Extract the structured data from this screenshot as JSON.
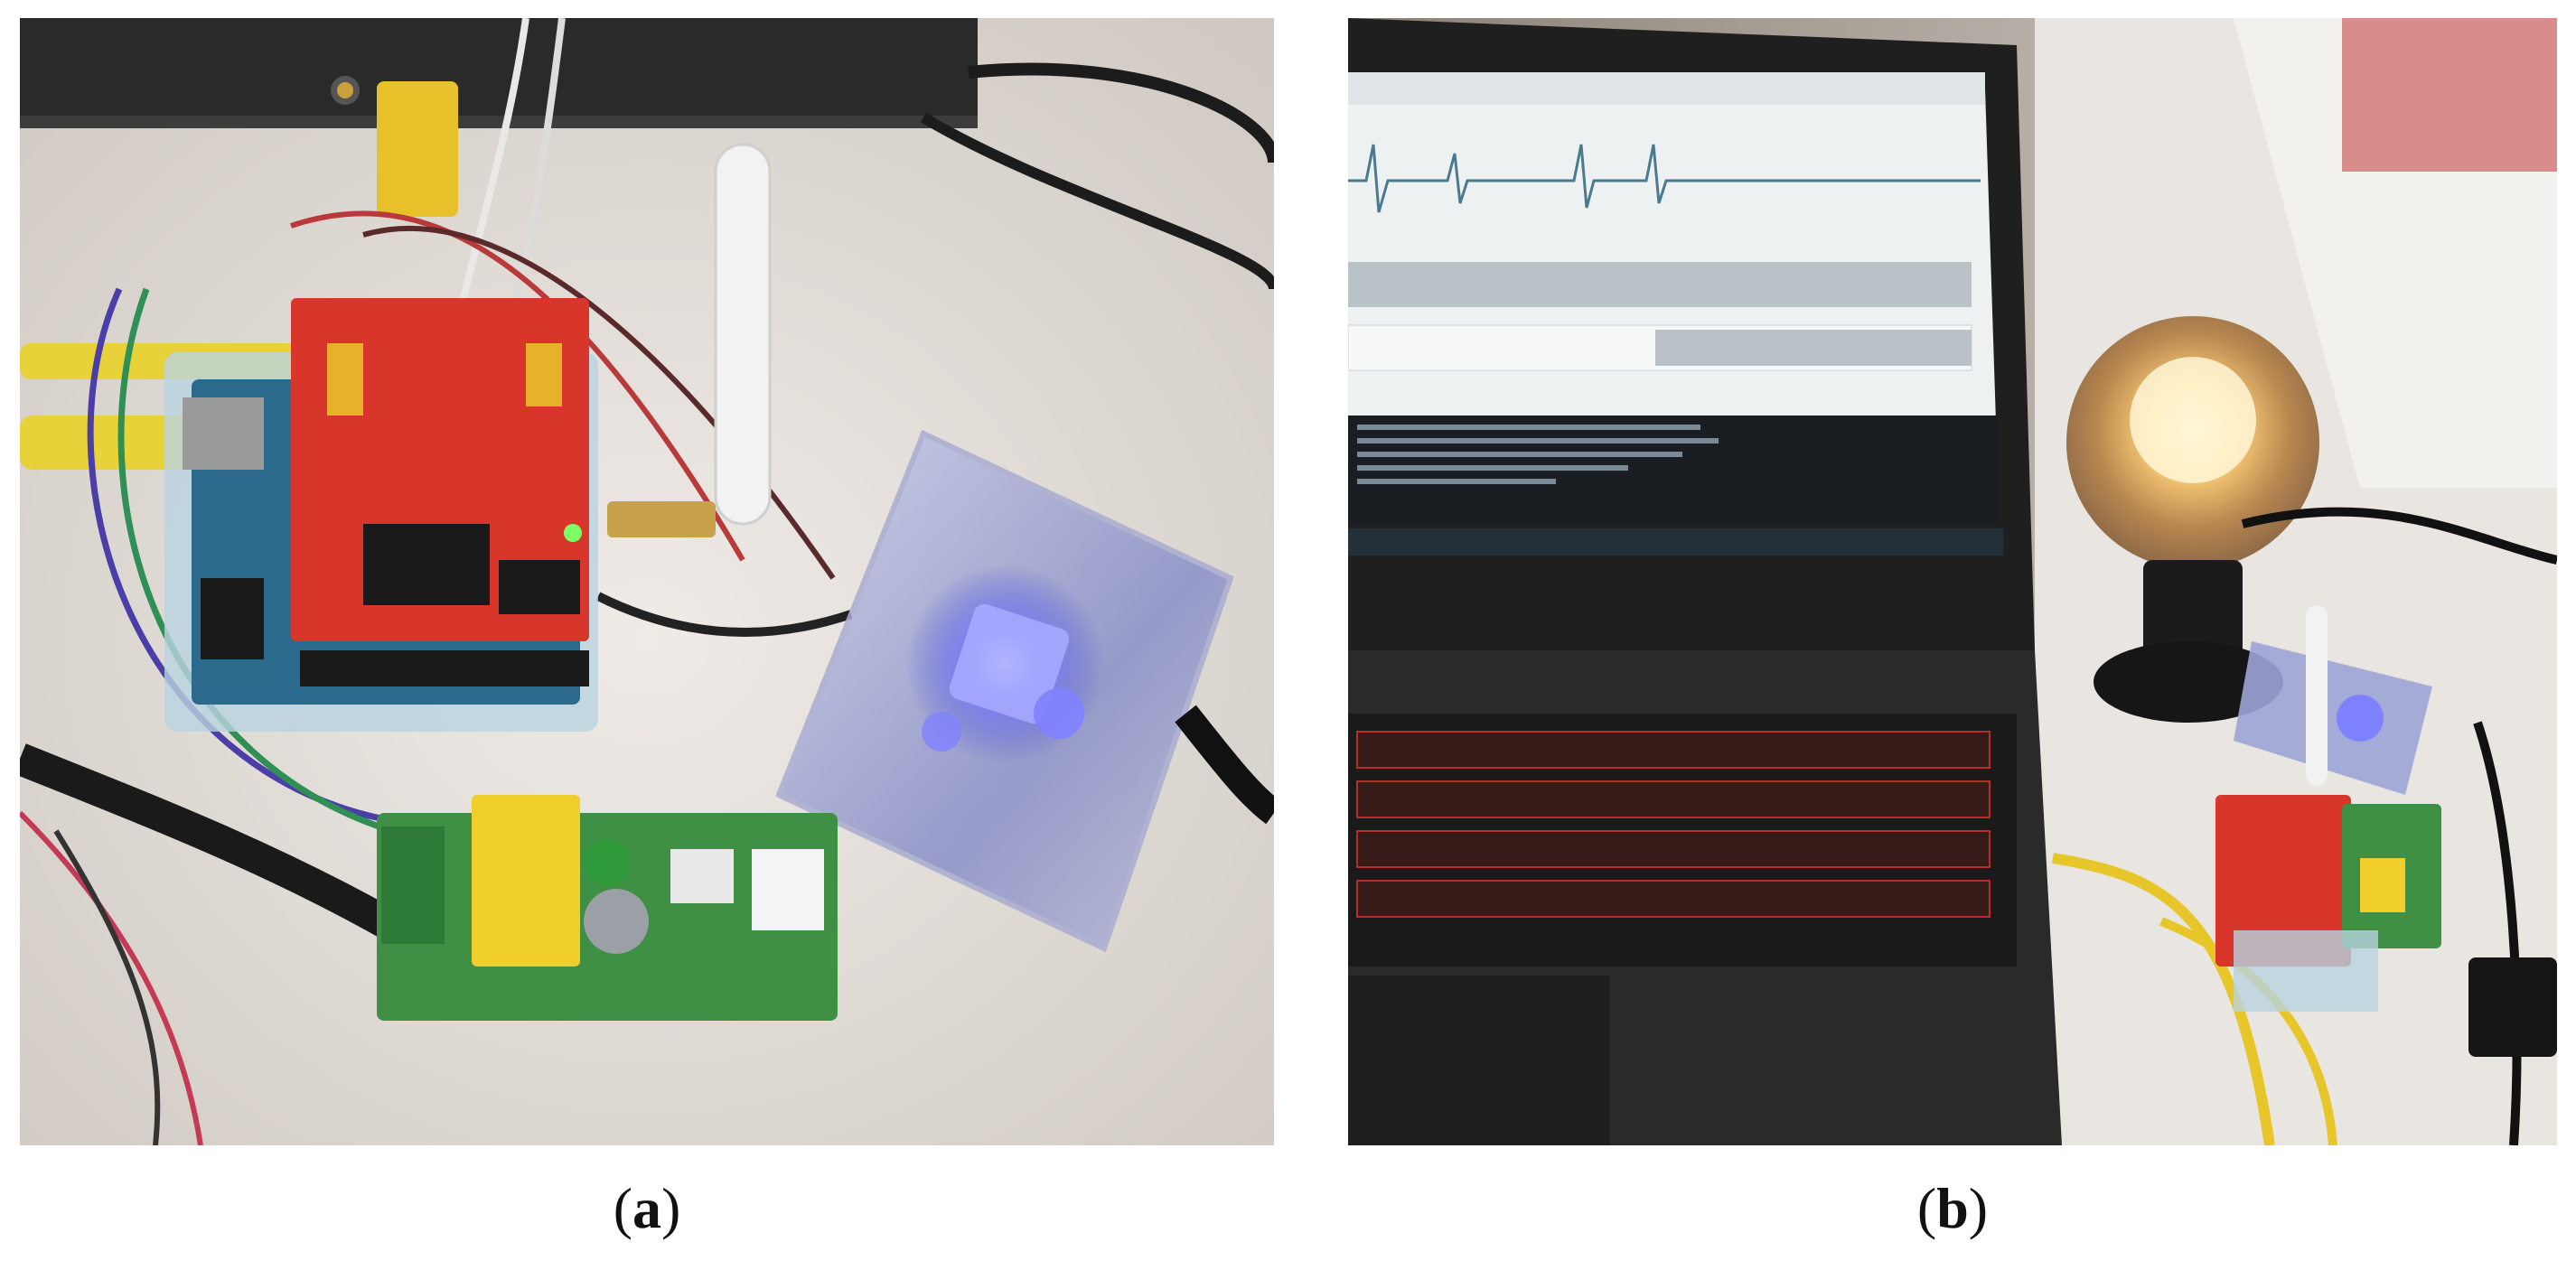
{
  "figure": {
    "panels": [
      {
        "id": "a",
        "caption_open": "(",
        "caption_letter": "a",
        "caption_close": ")"
      },
      {
        "id": "b",
        "caption_open": "(",
        "caption_letter": "b",
        "caption_close": ")"
      }
    ]
  },
  "colors": {
    "table": "#e6e1dc",
    "arduino_blue": "#2b6a8c",
    "shield_red": "#d8362b",
    "pcb_green": "#3f8f45",
    "relay_yellow": "#f0cf2c",
    "led_blue": "#6a6cff",
    "laptop_body": "#232323",
    "key_glow": "#c8302a",
    "lamp_glow": "#ffcc66"
  }
}
